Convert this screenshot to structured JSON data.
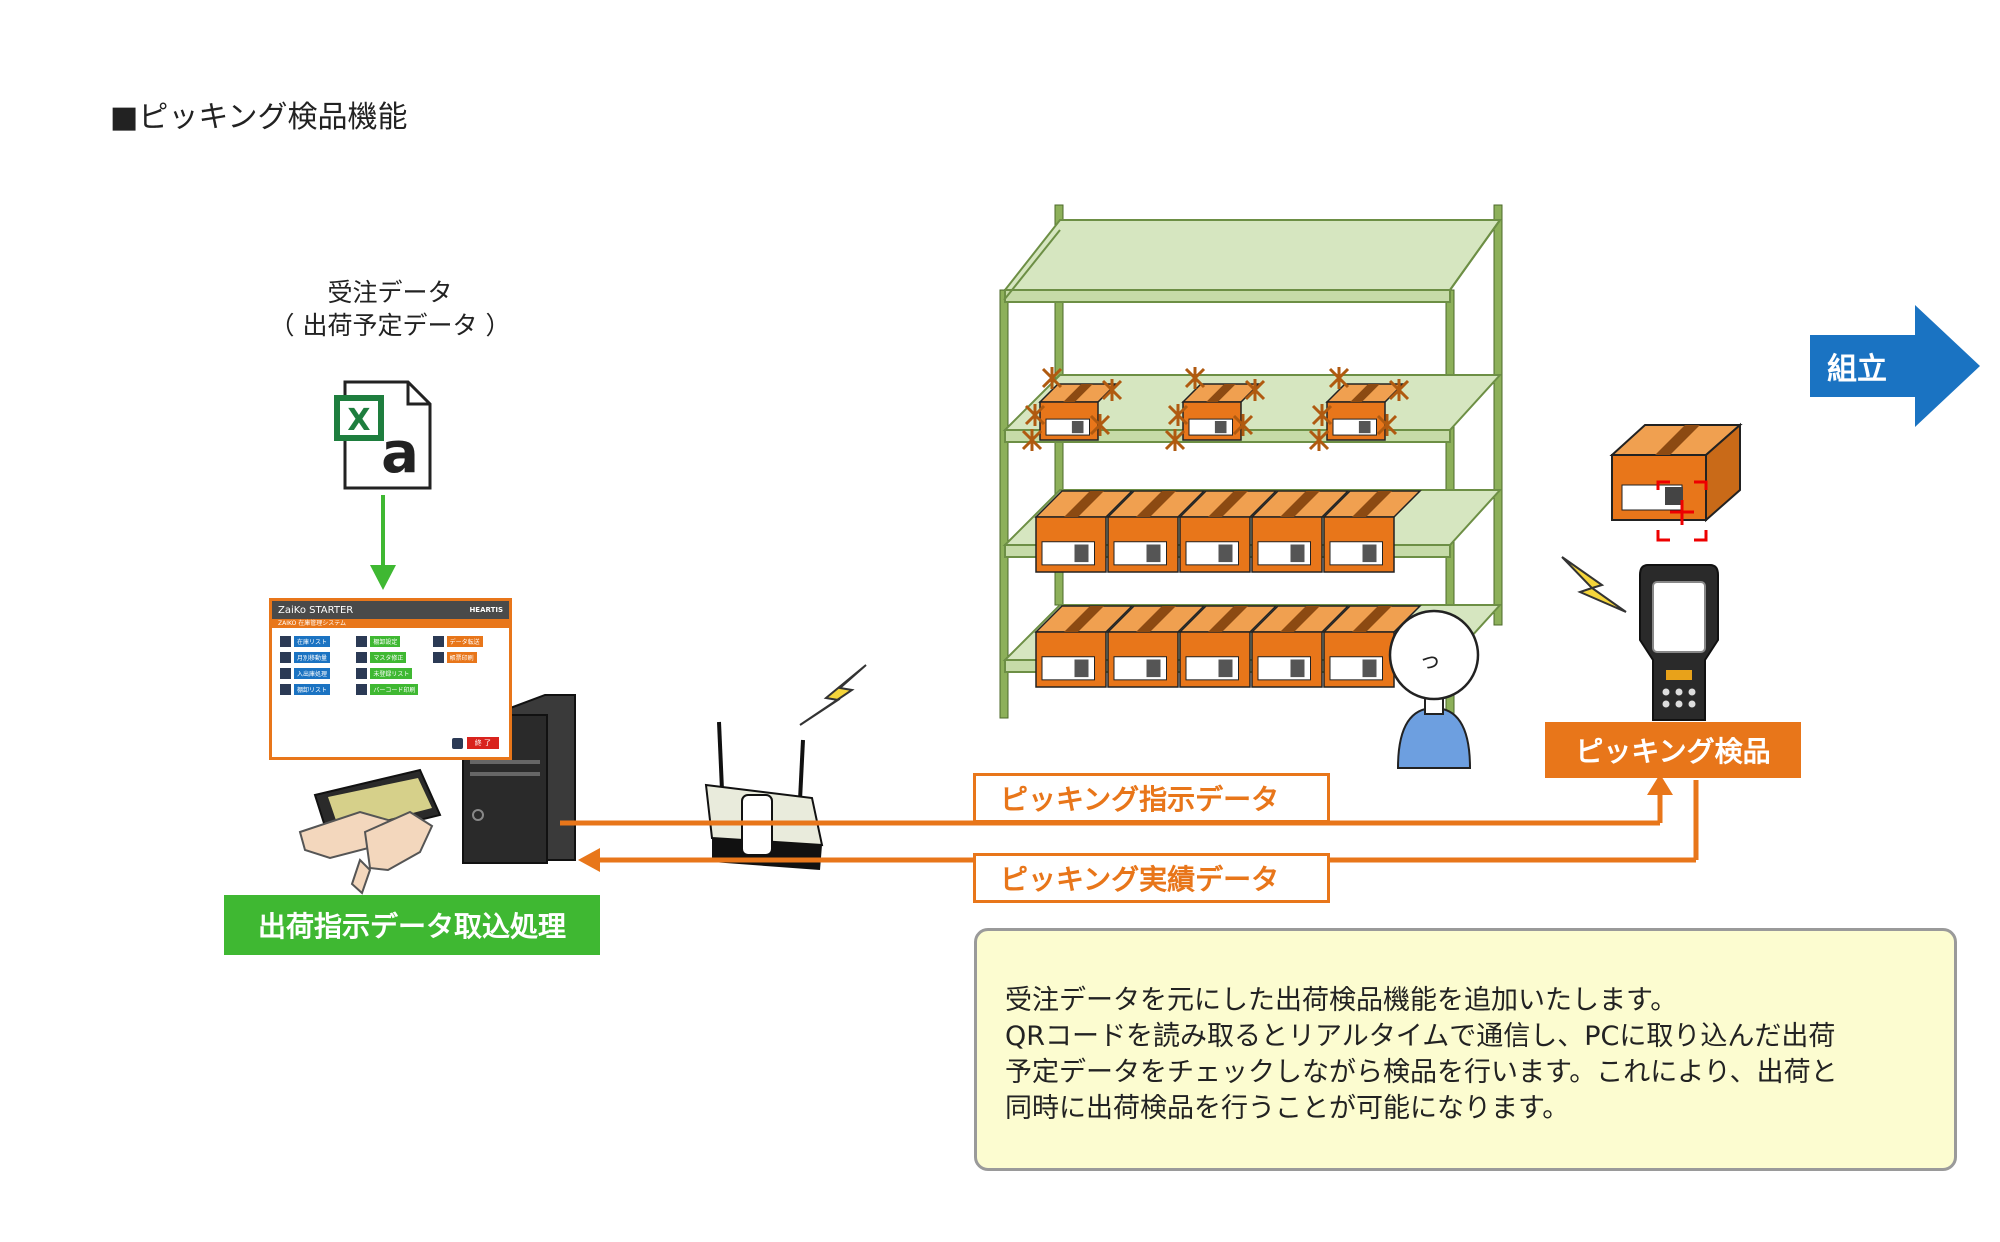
{
  "title": "■ピッキング検品機能",
  "order_data": {
    "line1": "受注データ",
    "line2": "（ 出荷予定データ ）"
  },
  "pc_screen": {
    "app_name": "ZaiKo STARTER",
    "app_subtitle": "ZAIKO 在庫管理システム",
    "brand": "HEARTIS",
    "menu": [
      "在庫リスト",
      "棚卸設定",
      "データ転送",
      "月別移動量",
      "マスタ修正",
      "帳票印刷",
      "入出庫処理",
      "未登録リスト",
      "棚卸リスト",
      "バーコード印刷"
    ],
    "exit": "終 了"
  },
  "labels": {
    "import_process": "出荷指示データ取込処理",
    "picking_check": "ピッキング検品",
    "picking_instruction": "ピッキング指示データ",
    "picking_result": "ピッキング実績データ",
    "assembly": "組立"
  },
  "description": [
    "受注データを元にした出荷検品機能を追加いたします。",
    "QRコードを読み取るとリアルタイムで通信し、PCに取り込んだ出荷",
    "予定データをチェックしながら検品を行います。これにより、出荷と",
    "同時に出荷検品を行うことが可能になります。"
  ],
  "colors": {
    "orange": "#e8761a",
    "green": "#3fb832",
    "blue": "#1a73c2",
    "shelf": "#d6e6c0",
    "note_bg": "#fcfcd0"
  }
}
